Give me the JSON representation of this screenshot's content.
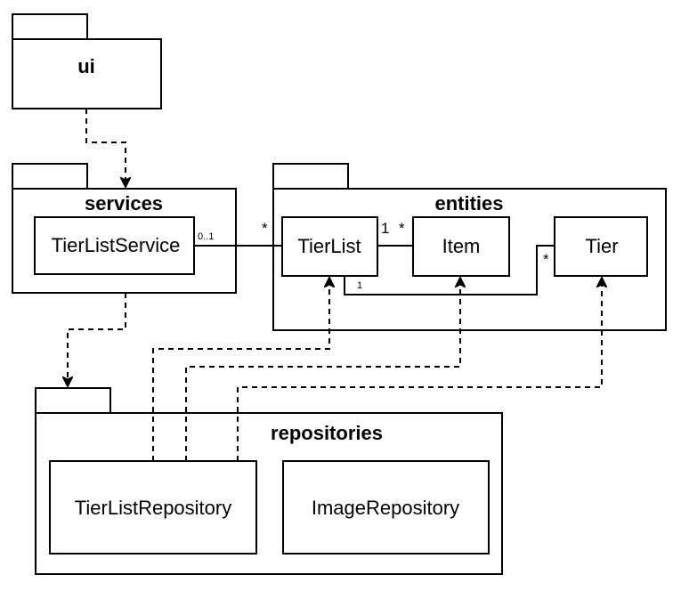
{
  "packages": {
    "ui": {
      "name": "ui"
    },
    "services": {
      "name": "services",
      "classes": {
        "tier_list_service": "TierListService"
      }
    },
    "entities": {
      "name": "entities",
      "classes": {
        "tier_list": "TierList",
        "item": "Item",
        "tier": "Tier"
      }
    },
    "repositories": {
      "name": "repositories",
      "classes": {
        "tier_list_repository": "TierListRepository",
        "image_repository": "ImageRepository"
      }
    }
  },
  "multiplicities": {
    "service_end": "0..1",
    "tierlist_end_from_service": "*",
    "tierlist_end_to_item": "1",
    "item_end": "*",
    "tierlist_end_to_tier": "1",
    "tier_end": "*"
  }
}
